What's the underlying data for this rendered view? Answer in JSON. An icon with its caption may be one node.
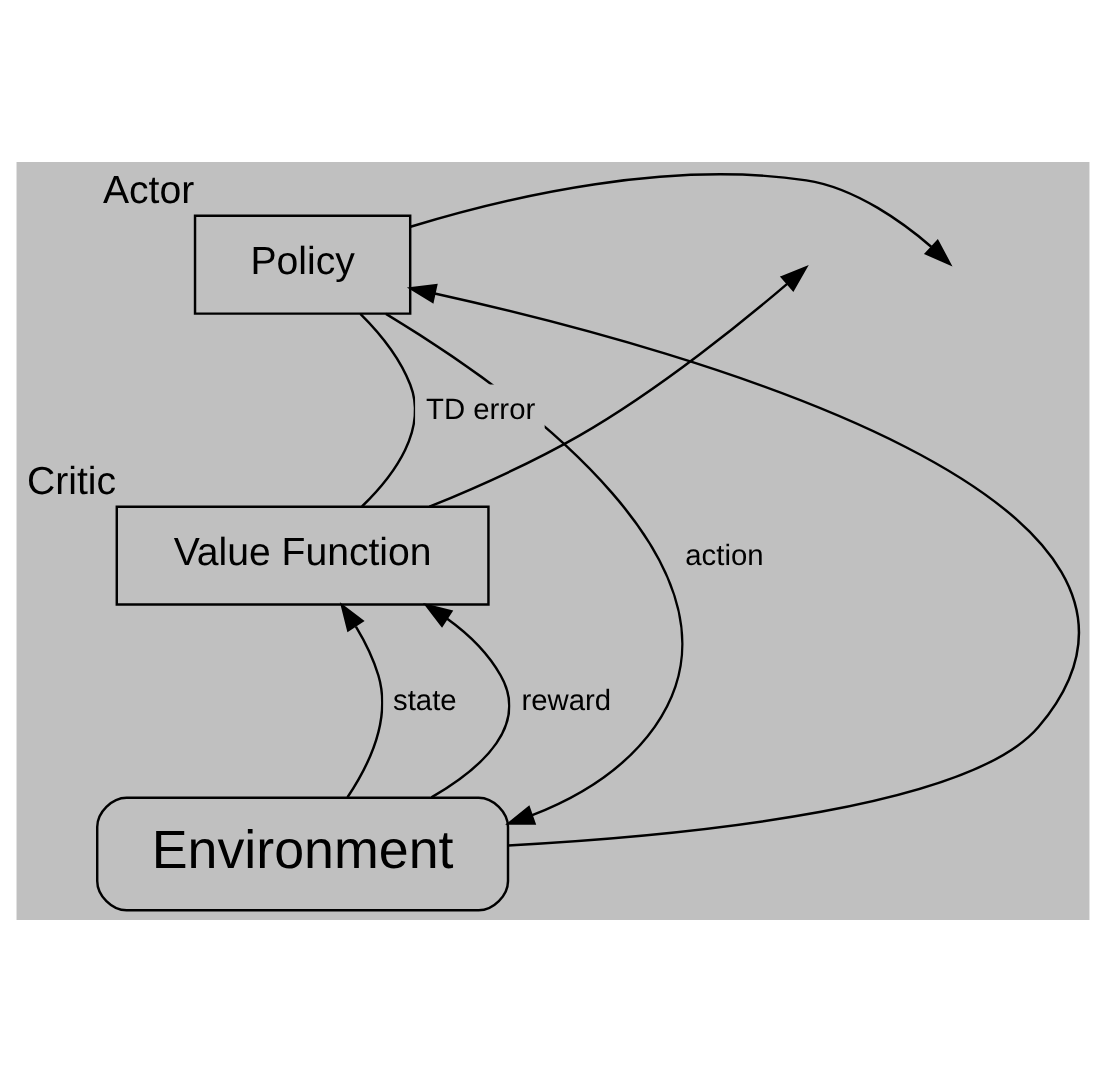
{
  "diagram": {
    "nodes": [
      {
        "text": [
          "Policy"
        ],
        "beside": [
          "Actor"
        ]
      },
      {
        "text": [
          "Value Function"
        ],
        "beside": [
          "Critic"
        ]
      },
      {
        "text": [
          "Environment"
        ]
      }
    ],
    "edges": [
      {
        "from": 2,
        "to": 0,
        "arrow": "to"
      },
      {
        "from": 2,
        "to": 1,
        "label": "state",
        "arrow": "to"
      },
      {
        "from": 0,
        "to": 2,
        "label": "action",
        "arrow": "to"
      },
      {
        "from": 2,
        "to": 1,
        "label": "reward",
        "arrow": "to"
      },
      {
        "from": 1,
        "to": 0,
        "label": "TD error",
        "arrow": "none"
      },
      {
        "from": 0,
        "to": null,
        "arrow": "to"
      },
      {
        "from": 1,
        "to": null,
        "arrow": "to"
      }
    ]
  }
}
